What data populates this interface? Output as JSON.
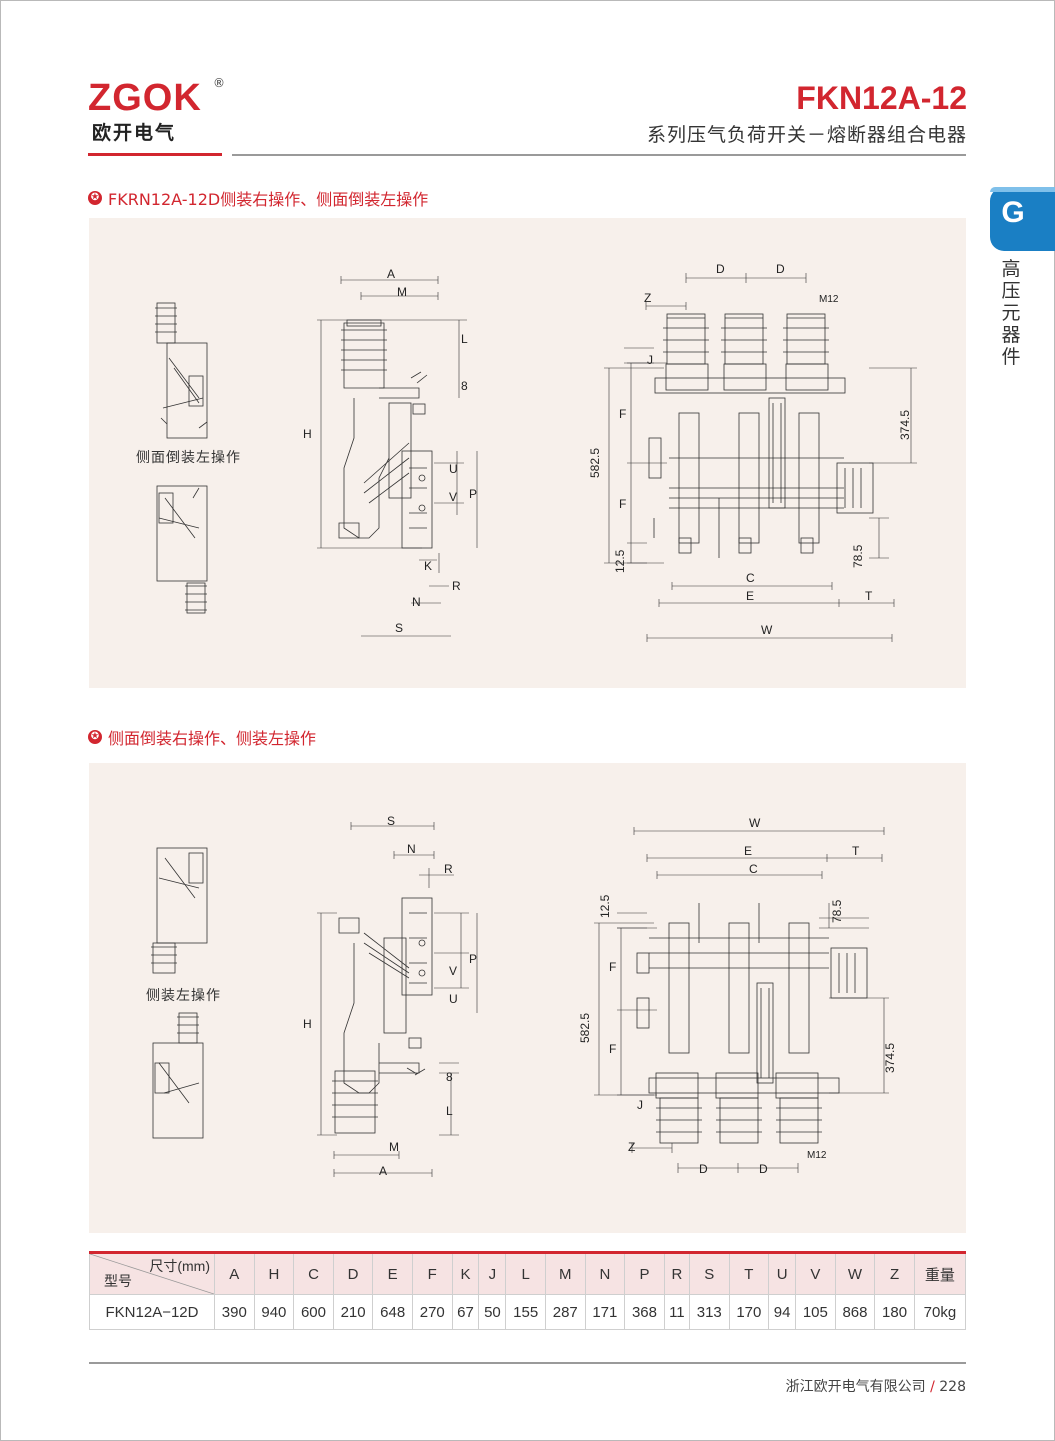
{
  "header": {
    "brand": "ZGOK",
    "brand_reg": "®",
    "brand_cn": "欧开电气",
    "model": "FKN12A-12",
    "subtitle": "系列压气负荷开关－熔断器组合电器"
  },
  "side_tab": {
    "letter": "G",
    "label": "高压元器件"
  },
  "section1": {
    "title": "FKRN12A-12D侧装右操作、侧面倒装左操作",
    "caption": "侧面倒装左操作"
  },
  "section2": {
    "title": "侧面倒装右操作、侧装左操作",
    "caption": "侧装左操作"
  },
  "dims": {
    "A": "A",
    "M": "M",
    "L": "L",
    "H": "H",
    "U": "U",
    "V": "V",
    "P": "P",
    "K": "K",
    "R": "R",
    "N": "N",
    "S": "S",
    "D": "D",
    "Z": "Z",
    "J": "J",
    "F": "F",
    "C": "C",
    "E": "E",
    "T": "T",
    "W": "W",
    "eight": "8",
    "m12": "M12",
    "v582": "582.5",
    "v374": "374.5",
    "v12": "12.5",
    "v78": "78.5"
  },
  "table": {
    "unit_label": "尺寸(mm)",
    "model_label": "型号",
    "columns": [
      "A",
      "H",
      "C",
      "D",
      "E",
      "F",
      "K",
      "J",
      "L",
      "M",
      "N",
      "P",
      "R",
      "S",
      "T",
      "U",
      "V",
      "W",
      "Z",
      "重量"
    ],
    "rows": [
      {
        "model": "FKN12A−12D",
        "values": [
          "390",
          "940",
          "600",
          "210",
          "648",
          "270",
          "67",
          "50",
          "155",
          "287",
          "171",
          "368",
          "11",
          "313",
          "170",
          "94",
          "105",
          "868",
          "180",
          "70kg"
        ]
      }
    ]
  },
  "footer": {
    "company": "浙江欧开电气有限公司",
    "sep": "/",
    "page": "228"
  }
}
